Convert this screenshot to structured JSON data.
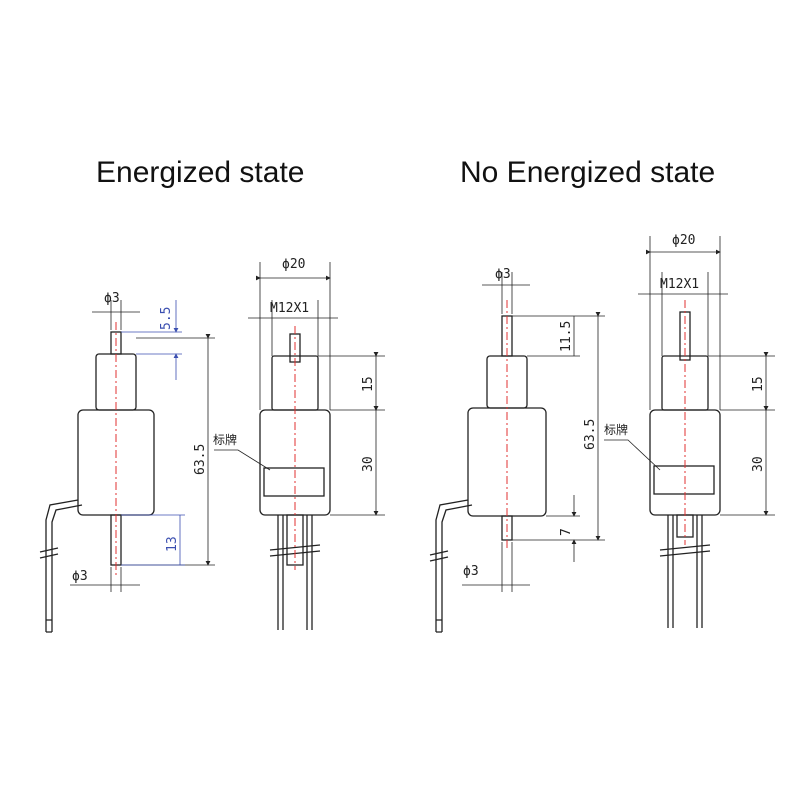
{
  "titles": {
    "left": "Energized state",
    "right": "No Energized state"
  },
  "left": {
    "pin_diameter_top": "ϕ3",
    "pin_diameter_bottom": "ϕ3",
    "stroke_top": "5.5",
    "stroke_bottom": "13",
    "total_length": "63.5",
    "side_outer_diameter": "ϕ20",
    "side_thread": "M12X1",
    "side_neck": "15",
    "side_body": "30",
    "label_tag": "标牌"
  },
  "right": {
    "pin_diameter_top": "ϕ3",
    "pin_diameter_bottom": "ϕ3",
    "stroke_top": "11.5",
    "stroke_bottom": "7",
    "total_length": "63.5",
    "side_outer_diameter": "ϕ20",
    "side_thread": "M12X1",
    "side_neck": "15",
    "side_body": "30",
    "label_tag": "标牌"
  },
  "colors": {
    "line": "#222222",
    "centerline": "#e03030",
    "dim_blue": "#3b4fb0"
  }
}
